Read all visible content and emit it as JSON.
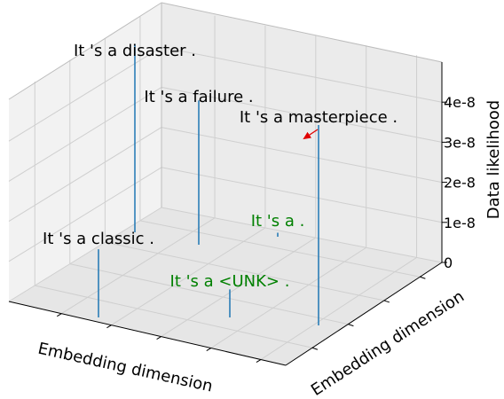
{
  "chart_data": {
    "type": "3d-stem",
    "xlabel": "Embedding dimension",
    "ylabel": "Embedding dimension",
    "zlabel": "Data likelihood",
    "zlim": [
      0,
      5e-08
    ],
    "z_ticks": [
      {
        "value": 0,
        "label": "0"
      },
      {
        "value": 1e-08,
        "label": "1e-8"
      },
      {
        "value": 2e-08,
        "label": "2e-8"
      },
      {
        "value": 3e-08,
        "label": "3e-8"
      },
      {
        "value": 4e-08,
        "label": "4e-8"
      }
    ],
    "grid": true,
    "points": [
      {
        "label": "It 's a disaster .",
        "value": 4.7e-08,
        "color": "#000000"
      },
      {
        "label": "It 's a failure .",
        "value": 3.6e-08,
        "color": "#000000"
      },
      {
        "label": "It 's a masterpiece .",
        "value": 5e-08,
        "color": "#000000"
      },
      {
        "label": "It 's a .",
        "value": 1e-09,
        "color": "#008000"
      },
      {
        "label": "It 's a classic .",
        "value": 1.7e-08,
        "color": "#000000"
      },
      {
        "label": "It 's a <UNK> .",
        "value": 7e-09,
        "color": "#008000"
      }
    ],
    "stem_color": "#1f77b4",
    "annotation_arrow": {
      "target": "It 's a masterpiece .",
      "color": "#e00000"
    }
  }
}
